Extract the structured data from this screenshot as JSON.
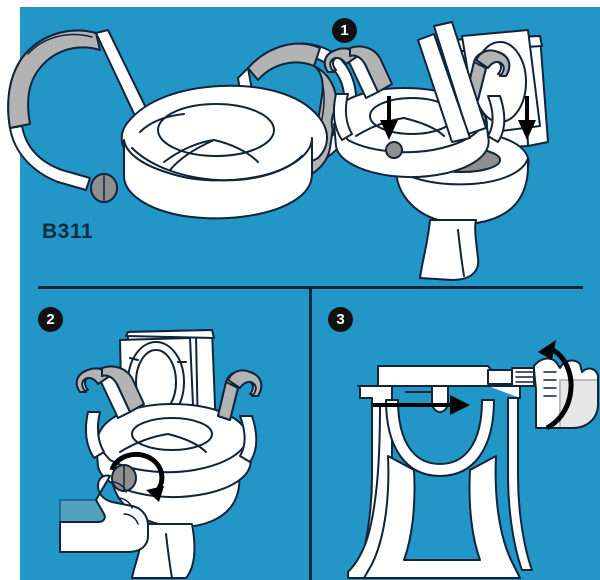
{
  "sheet": {
    "background_color": "#ffffff",
    "field_color": "#2196c7",
    "title": "B311 Raised Toilet Seat Installation",
    "line_color": "#10243a",
    "plastic_color": "#ffffff",
    "pad_color": "#b3b3b3",
    "knob_color": "#8f8f8f"
  },
  "hero": {
    "product_code": "B311",
    "caption_color": "#102a43",
    "alt": "Raised toilet seat with two padded armrests and a locking knob"
  },
  "steps": [
    {
      "number": "1",
      "name": "place-seat-on-bowl",
      "alt": "Lower the raised seat down onto the toilet bowl",
      "arrows": [
        {
          "kind": "straight",
          "direction": "down",
          "name": "down-arrow-left"
        },
        {
          "kind": "straight",
          "direction": "down",
          "name": "down-arrow-right"
        }
      ]
    },
    {
      "number": "2",
      "name": "tighten-knob-by-hand",
      "alt": "Hand turning the knob clockwise to tighten the seat",
      "arrows": [
        {
          "kind": "curved",
          "direction": "clockwise",
          "name": "rotate-arrow"
        }
      ]
    },
    {
      "number": "3",
      "name": "bracket-clamps-under-rim",
      "alt": "Cross section showing the bracket sliding under the bowl rim as the knob turns",
      "arrows": [
        {
          "kind": "straight",
          "direction": "right",
          "name": "right-arrow"
        },
        {
          "kind": "curved",
          "direction": "clockwise",
          "name": "rotate-arrow"
        }
      ]
    }
  ],
  "dividers": {
    "horizontal_name": "horizontal-divider",
    "vertical_name": "vertical-divider"
  }
}
